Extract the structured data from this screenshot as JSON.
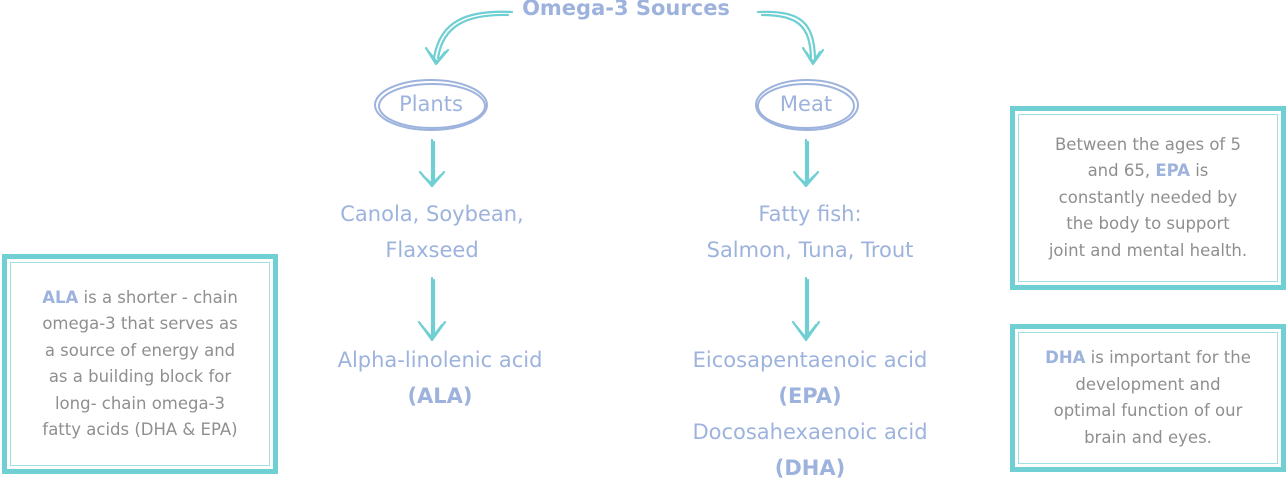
{
  "title": "Omega-3 Sources",
  "colors": {
    "blue_text": "#9db3dd",
    "teal": "#6fcfd3",
    "gray_text": "#8f8f8f"
  },
  "plants": {
    "label": "Plants",
    "sources_line1": "Canola, Soybean,",
    "sources_line2": "Flaxseed",
    "acid_name": "Alpha-linolenic acid",
    "acid_abbr": "(ALA)"
  },
  "meat": {
    "label": "Meat",
    "sources_line1": "Fatty fish:",
    "sources_line2": "Salmon, Tuna, Trout",
    "acid1_name": "Eicosapentaenoic acid",
    "acid1_abbr": "(EPA)",
    "acid2_name": "Docosahexaenoic acid",
    "acid2_abbr": "(DHA)"
  },
  "notes": {
    "ala": {
      "keyword": "ALA",
      "line1_rest": " is a shorter - chain",
      "line2": "omega-3 that serves as",
      "line3": "a source of energy and",
      "line4": "as a building block for",
      "line5": "long- chain omega-3",
      "line6": "fatty acids (DHA & EPA)"
    },
    "epa": {
      "line1": "Between the ages of 5",
      "line2_pre": "and 65, ",
      "keyword": "EPA",
      "line2_post": " is",
      "line3": "constantly needed by",
      "line4": "the body to support",
      "line5": "joint and mental health."
    },
    "dha": {
      "keyword": "DHA",
      "line1_rest": " is important for the",
      "line2": "development and",
      "line3": "optimal function of our",
      "line4": "brain and eyes."
    }
  },
  "icons": [
    "curved-arrow-icon",
    "down-arrow-icon",
    "oval-outline-icon"
  ]
}
